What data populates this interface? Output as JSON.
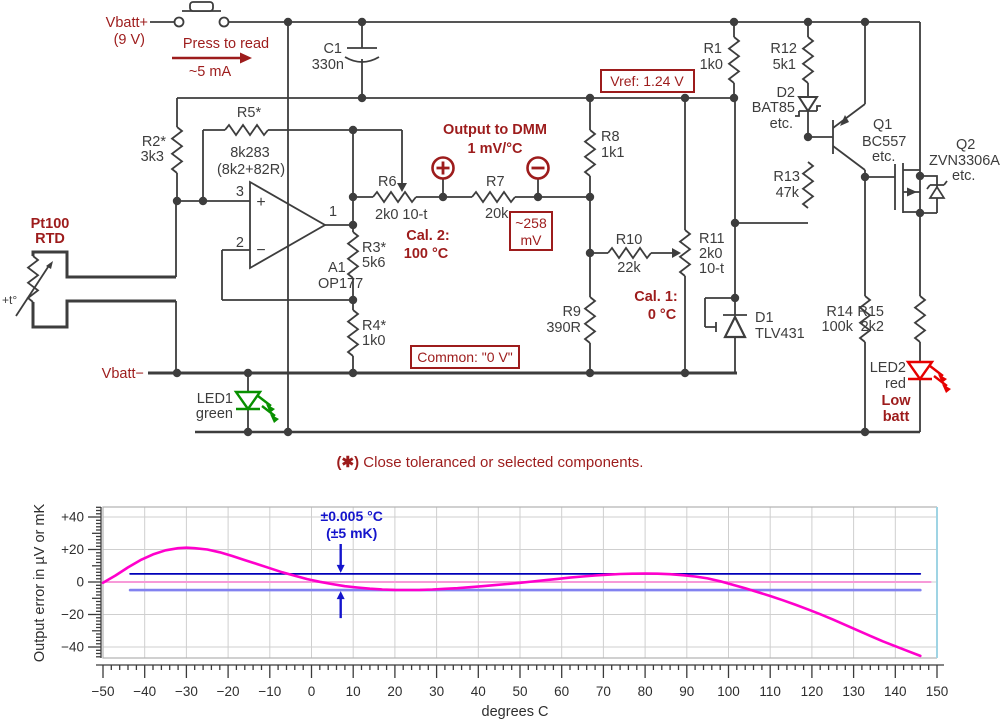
{
  "schematic": {
    "battery": {
      "vbatt_plus": "Vbatt+",
      "voltage": "(9 V)",
      "press": "Press to read",
      "current": "~5 mA",
      "vbatt_minus": "Vbatt−"
    },
    "c1": {
      "ref": "C1",
      "val": "330n"
    },
    "r1": {
      "ref": "R1",
      "val": "1k0"
    },
    "r2": {
      "ref": "R2*",
      "val": "3k3"
    },
    "r3": {
      "ref": "R3*",
      "val": "5k6"
    },
    "r4": {
      "ref": "R4*",
      "val": "1k0"
    },
    "r5": {
      "ref": "R5*",
      "val": "8k283",
      "val2": "(8k2+82R)"
    },
    "r6": {
      "ref": "R6",
      "val": "2k0 10-t"
    },
    "r7": {
      "ref": "R7",
      "val": "20k"
    },
    "r8": {
      "ref": "R8",
      "val": "1k1"
    },
    "r9": {
      "ref": "R9",
      "val": "390R"
    },
    "r10": {
      "ref": "R10",
      "val": "22k"
    },
    "r11": {
      "ref": "R11",
      "val": "2k0",
      "val2": "10-t"
    },
    "r12": {
      "ref": "R12",
      "val": "5k1"
    },
    "r13": {
      "ref": "R13",
      "val": "47k"
    },
    "r14": {
      "ref": "R14",
      "val": "100k"
    },
    "r15": {
      "ref": "R15",
      "val": "2k2"
    },
    "d1": {
      "ref": "D1",
      "val": "TLV431"
    },
    "d2": {
      "ref": "D2",
      "val": "BAT85",
      "etc": "etc."
    },
    "q1": {
      "ref": "Q1",
      "val": "BC557",
      "etc": "etc."
    },
    "q2": {
      "ref": "Q2",
      "val": "ZVN3306A",
      "etc": "etc."
    },
    "opamp": {
      "ref": "A1",
      "part": "OP177",
      "pin_noninv": "3",
      "pin_inv": "2",
      "pin_out": "1",
      "plus": "+",
      "minus": "−"
    },
    "rtd": {
      "name": "Pt100",
      "type": "RTD",
      "temp": "+t°"
    },
    "led1": {
      "ref": "LED1",
      "color": "green"
    },
    "led2": {
      "ref": "LED2",
      "color": "red",
      "warn1": "Low",
      "warn2": "batt"
    },
    "boxes": {
      "vref": "Vref: 1.24 V",
      "common": "Common: \"0 V\"",
      "mv1": "~258",
      "mv2": "mV"
    },
    "output": {
      "line1": "Output to DMM",
      "line2": "1 mV/°C"
    },
    "cal2": {
      "line1": "Cal. 2:",
      "line2": "100 °C"
    },
    "cal1": {
      "line1": "Cal. 1:",
      "line2": "0 °C"
    },
    "footnote": {
      "star": "(✱)",
      "rest": " Close toleranced or selected components."
    }
  },
  "chart_data": {
    "type": "line",
    "title": "",
    "xlabel": "degrees C",
    "ylabel": "Output error in µV or mK",
    "xlim": [
      -50,
      150
    ],
    "ylim": [
      -46.5,
      46.5
    ],
    "grid": true,
    "x_axis": {
      "min": -50,
      "max": 150,
      "major_step": 10,
      "minor_step": 2,
      "tick_labels": [
        "−50",
        "−40",
        "−30",
        "−20",
        "−10",
        "0",
        "10",
        "20",
        "30",
        "40",
        "50",
        "60",
        "70",
        "80",
        "90",
        "100",
        "110",
        "120",
        "130",
        "140",
        "150"
      ]
    },
    "y_axis": {
      "minor_step": 2,
      "mid_step": 10,
      "major_step": 20,
      "ticks": [
        {
          "v": 40,
          "label": "+40"
        },
        {
          "v": 20,
          "label": "+20"
        },
        {
          "v": 0,
          "label": "0"
        },
        {
          "v": -20,
          "label": "−20"
        },
        {
          "v": -40,
          "label": "−40"
        }
      ]
    },
    "series": [
      {
        "name": "zero-reference",
        "color": "#f79ad8",
        "width": 2,
        "points": [
          [
            -50,
            0
          ],
          [
            148.5,
            0
          ]
        ]
      },
      {
        "name": "lower-limit-minus5",
        "color": "#8282f0",
        "width": 2.6,
        "points": [
          [
            -43.5,
            -5
          ],
          [
            146,
            -5
          ]
        ]
      },
      {
        "name": "upper-limit-plus5",
        "color": "#0000b8",
        "width": 1.7,
        "points": [
          [
            -43.5,
            5
          ],
          [
            146,
            5
          ]
        ]
      },
      {
        "name": "output-error",
        "color": "#ff00cc",
        "width": 2.6,
        "points": [
          [
            -50,
            -0.5
          ],
          [
            -47,
            4
          ],
          [
            -44,
            9
          ],
          [
            -41,
            13.5
          ],
          [
            -38,
            17
          ],
          [
            -35,
            19.5
          ],
          [
            -32,
            20.8
          ],
          [
            -30,
            21.1
          ],
          [
            -28,
            20.8
          ],
          [
            -25,
            20
          ],
          [
            -22,
            18.3
          ],
          [
            -19,
            16
          ],
          [
            -16,
            13.5
          ],
          [
            -13,
            11
          ],
          [
            -10,
            8.5
          ],
          [
            -7,
            6
          ],
          [
            -4,
            3.8
          ],
          [
            -1,
            1.8
          ],
          [
            2,
            0.1
          ],
          [
            5,
            -1.3
          ],
          [
            8,
            -2.6
          ],
          [
            11,
            -3.4
          ],
          [
            14,
            -4.1
          ],
          [
            17,
            -4.6
          ],
          [
            20,
            -4.85
          ],
          [
            23,
            -4.95
          ],
          [
            26,
            -4.85
          ],
          [
            29,
            -4.6
          ],
          [
            32,
            -4.2
          ],
          [
            35,
            -3.8
          ],
          [
            38,
            -3.2
          ],
          [
            41,
            -2.6
          ],
          [
            44,
            -1.9
          ],
          [
            47,
            -1.2
          ],
          [
            50,
            -0.5
          ],
          [
            53,
            0.3
          ],
          [
            56,
            1.1
          ],
          [
            59,
            1.9
          ],
          [
            62,
            2.7
          ],
          [
            65,
            3.4
          ],
          [
            68,
            4
          ],
          [
            71,
            4.5
          ],
          [
            74,
            4.9
          ],
          [
            77,
            5.1
          ],
          [
            80,
            5.2
          ],
          [
            83,
            5.1
          ],
          [
            86,
            4.8
          ],
          [
            89,
            4.2
          ],
          [
            92,
            3.4
          ],
          [
            95,
            2.2
          ],
          [
            98,
            0.4
          ],
          [
            101,
            -1.7
          ],
          [
            104,
            -3.9
          ],
          [
            107,
            -6.2
          ],
          [
            110,
            -8.6
          ],
          [
            113,
            -11.2
          ],
          [
            116,
            -13.9
          ],
          [
            119,
            -16.8
          ],
          [
            122,
            -19.8
          ],
          [
            125,
            -23
          ],
          [
            128,
            -26.4
          ],
          [
            131,
            -29.8
          ],
          [
            134,
            -33.2
          ],
          [
            137,
            -36.5
          ],
          [
            140,
            -39.5
          ],
          [
            143,
            -42.5
          ],
          [
            146,
            -45.5
          ]
        ]
      }
    ],
    "annotation": {
      "line1": "±0.005 °C",
      "line2": "(±5 mK)",
      "x": 7,
      "upper": 5,
      "lower": -5,
      "color": "#1414cc"
    },
    "legend": "none"
  }
}
